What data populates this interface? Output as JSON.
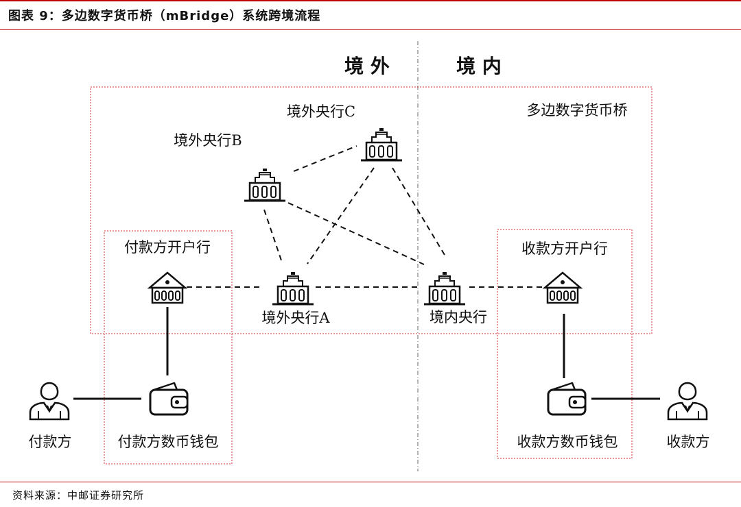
{
  "header": {
    "title": "图表 9：多边数字货币桥（mBridge）系统跨境流程"
  },
  "zones": {
    "offshore": "境 外",
    "onshore": "境 内"
  },
  "bridge_label": "多边数字货币桥",
  "nodes": {
    "cb_c": "境外央行C",
    "cb_b": "境外央行B",
    "cb_a": "境外央行A",
    "cb_domestic": "境内央行",
    "payer_bank": "付款方开户行",
    "payee_bank": "收款方开户行",
    "payer": "付款方",
    "payer_wallet": "付款方数币钱包",
    "payee_wallet": "收款方数币钱包",
    "payee": "收款方"
  },
  "source": "资料来源：中邮证券研究所",
  "colors": {
    "accent_red": "#c00000",
    "box_red": "#d03030",
    "divider_gray": "#9a9a9a"
  }
}
